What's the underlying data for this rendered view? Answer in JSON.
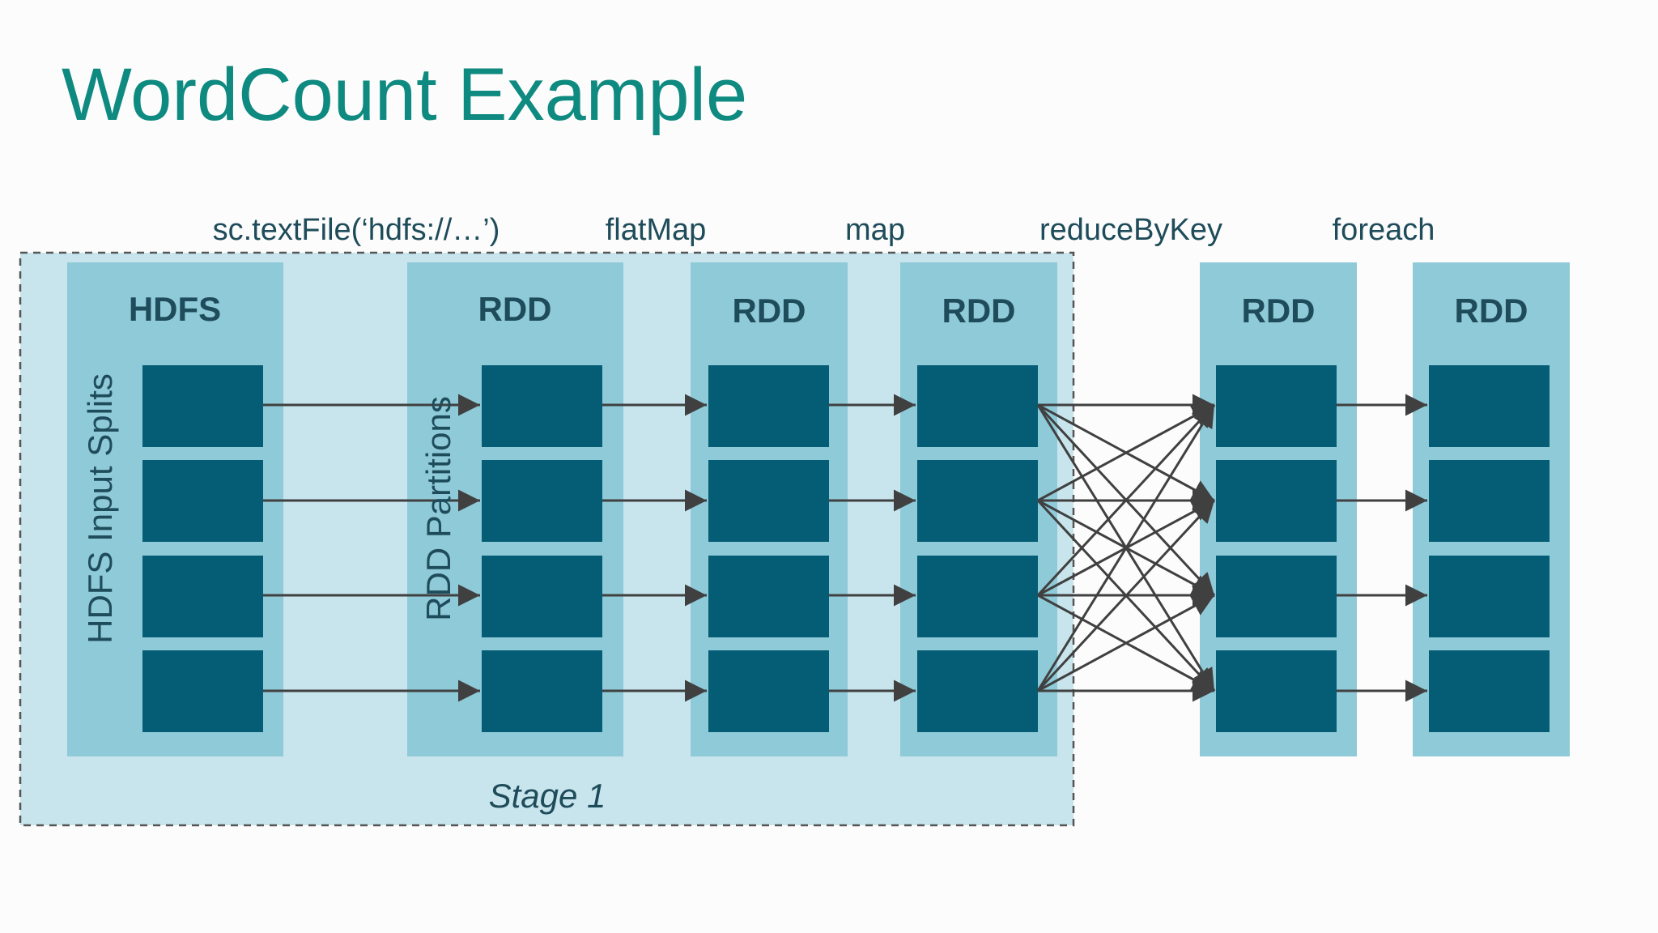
{
  "title": "WordCount Example",
  "operations": [
    "sc.textFile(‘hdfs://…’)",
    "flatMap",
    "map",
    "reduceByKey",
    "foreach"
  ],
  "columns": [
    {
      "header": "HDFS",
      "vertical_label": "HDFS Input Splits"
    },
    {
      "header": "RDD",
      "vertical_label": "RDD Partitions"
    },
    {
      "header": "RDD"
    },
    {
      "header": "RDD"
    },
    {
      "header": "RDD"
    },
    {
      "header": "RDD"
    }
  ],
  "stage_label": "Stage 1",
  "partitions_per_column": 4,
  "colors": {
    "title": "#0e8a80",
    "stage_fill": "#c8e5ed",
    "column_fill": "#8fcad9",
    "partition_fill": "#055c75",
    "arrow": "#404040",
    "text": "#1f4c5a"
  }
}
